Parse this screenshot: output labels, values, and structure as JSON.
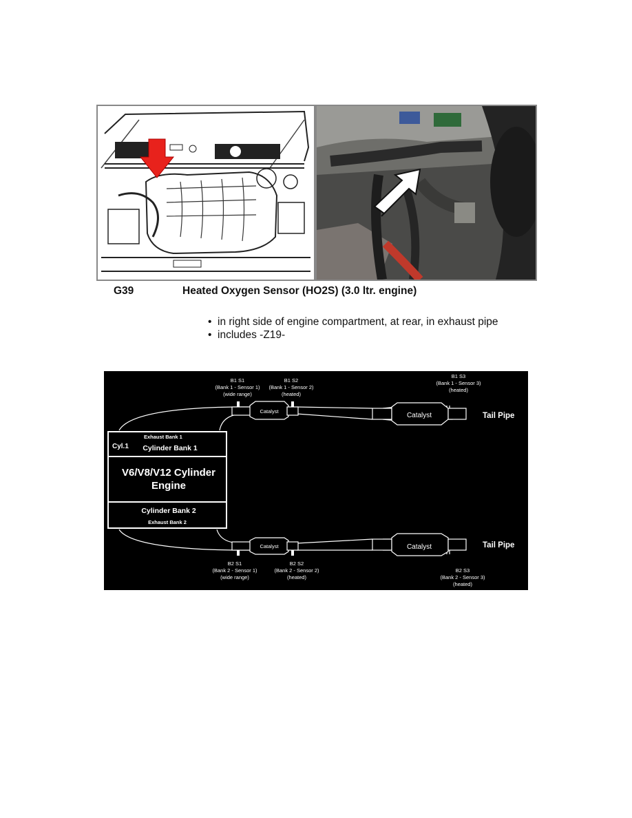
{
  "caption": {
    "code": "G39",
    "title": "Heated Oxygen Sensor (HO2S) (3.0 ltr. engine)"
  },
  "bullets": [
    "in right side of engine compartment, at rear, in exhaust pipe",
    "includes -Z19-"
  ],
  "diagram": {
    "engine": {
      "title_line1": "V6/V8/V12 Cylinder",
      "title_line2": "Engine",
      "cyl": "Cyl.1",
      "bank1": "Cylinder Bank 1",
      "bank2": "Cylinder Bank 2",
      "exhaust1": "Exhaust Bank 1",
      "exhaust2": "Exhaust Bank 2"
    },
    "catalyst_label": "Catalyst",
    "tail_pipe": "Tail Pipe",
    "sensors": {
      "b1s1": [
        "B1 S1",
        "(Bank 1 - Sensor 1)",
        "(wide range)"
      ],
      "b1s2": [
        "B1 S2",
        "(Bank 1 - Sensor 2)",
        "(heated)"
      ],
      "b1s3": [
        "B1 S3",
        "(Bank 1 - Sensor 3)",
        "(heated)"
      ],
      "b2s1": [
        "B2 S1",
        "(Bank 2 - Sensor 1)",
        "(wide range)"
      ],
      "b2s2": [
        "B2 S2",
        "(Bank 2 - Sensor 2)",
        "(heated)"
      ],
      "b2s3": [
        "B2 S3",
        "(Bank 2 - Sensor 3)",
        "(heated)"
      ]
    }
  }
}
